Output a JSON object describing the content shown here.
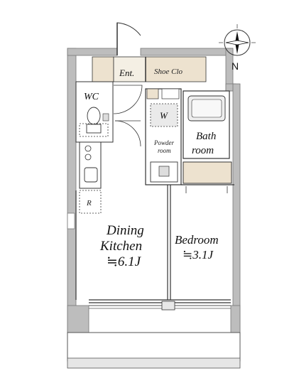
{
  "rooms": {
    "entrance": "Ent.",
    "shoe_closet": "Shoe Clo",
    "wc": "WC",
    "washer": "W",
    "powder_room_line1": "Powder",
    "powder_room_line2": "room",
    "bath_line1": "Bath",
    "bath_line2": "room",
    "refrigerator": "R",
    "dining_line1": "Dining",
    "dining_line2": "Kitchen",
    "dining_area": "≒6.1J",
    "bedroom": "Bedroom",
    "bedroom_area": "≒3.1J"
  },
  "compass": {
    "north": "N"
  },
  "colors": {
    "wall": "#b8b8b8",
    "wall_edge": "#7a7a7a",
    "storage_fill": "#ede2cf",
    "line": "#333333"
  }
}
